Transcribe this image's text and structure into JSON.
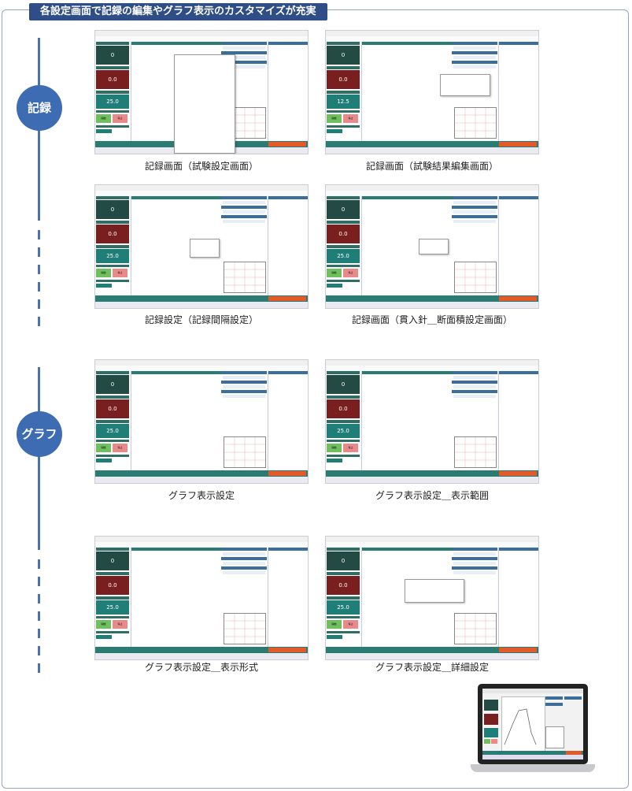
{
  "banner_title": "各設定画面で記録の編集やグラフ表示のカスタマイズが充実",
  "sections": [
    {
      "label": "記録"
    },
    {
      "label": "グラフ"
    }
  ],
  "screenshots": [
    {
      "caption": "記録画面（試験設定画面）",
      "value_top": "0",
      "value_mid": "0.0",
      "value_low": "25.0"
    },
    {
      "caption": "記録画面（試験結果編集画面）",
      "value_top": "0",
      "value_mid": "0.0",
      "value_low": "12.5"
    },
    {
      "caption": "記録設定（記録間隔設定）",
      "value_top": "0",
      "value_mid": "0.0",
      "value_low": "25.0"
    },
    {
      "caption": "記録画面（貫入針＿断面積設定画面）",
      "value_top": "0",
      "value_mid": "0.0",
      "value_low": "25.0"
    },
    {
      "caption": "グラフ表示設定",
      "value_top": "0",
      "value_mid": "0.0",
      "value_low": "25.0"
    },
    {
      "caption": "グラフ表示設定＿表示範囲",
      "value_top": "0",
      "value_mid": "0.0",
      "value_low": "25.0"
    },
    {
      "caption": "グラフ表示設定＿表示形式",
      "value_top": "0",
      "value_mid": "0.0",
      "value_low": "25.0"
    },
    {
      "caption": "グラフ表示設定＿詳細設定",
      "value_top": "0",
      "value_mid": "0.0",
      "value_low": "25.0"
    }
  ],
  "mini_buttons": {
    "start": "開始",
    "stop": "停止"
  },
  "colors": {
    "banner": "#2f4e87",
    "circle": "#3d6cb3",
    "timeline": "#4c72ad",
    "dark_box": "#234a43",
    "red_box": "#7a1f1f",
    "teal_box": "#1f7f78",
    "orange": "#e25a2a"
  }
}
